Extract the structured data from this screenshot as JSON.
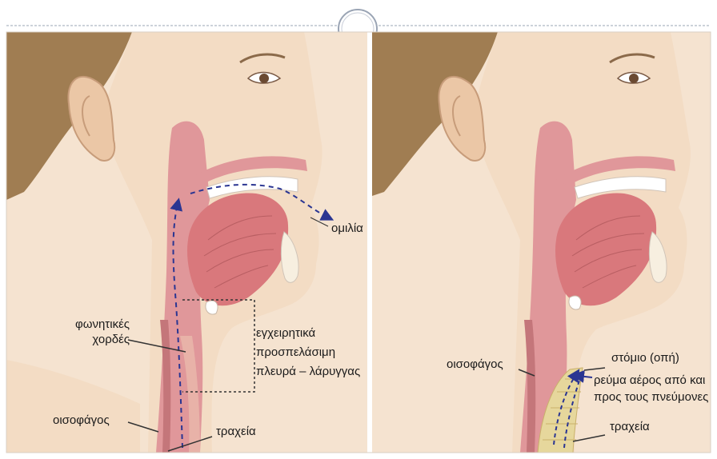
{
  "colors": {
    "background": "#f5e3d0",
    "skin": "#f3dcc4",
    "hair": "#a07d52",
    "tissue": "#e0979a",
    "tongue": "#d9787c",
    "airway": "#f6d4c8",
    "arrow": "#2a3592",
    "trachea_fill": "#e6d79c",
    "top_rule": "#9aa4b4"
  },
  "left_panel": {
    "labels": {
      "speech": "ομιλία",
      "vocal_cords_line1": "φωνητικές",
      "vocal_cords_line2": "χορδές",
      "surgical_line1": "εγχειρητικά",
      "surgical_line2": "προσπελάσιμη",
      "surgical_line3": "πλευρά – λάρυγγας",
      "esophagus": "οισοφάγος",
      "trachea": "τραχεία"
    }
  },
  "right_panel": {
    "labels": {
      "esophagus": "οισοφάγος",
      "stoma": "στόμιο (οπή)",
      "airflow_line1": "ρεύμα αέρος από και",
      "airflow_line2": "προς τους πνεύμονες",
      "trachea": "τραχεία"
    }
  },
  "icons": [
    "binder-ring-icon",
    "ear-icon",
    "eye-icon",
    "arrowhead-icon"
  ]
}
